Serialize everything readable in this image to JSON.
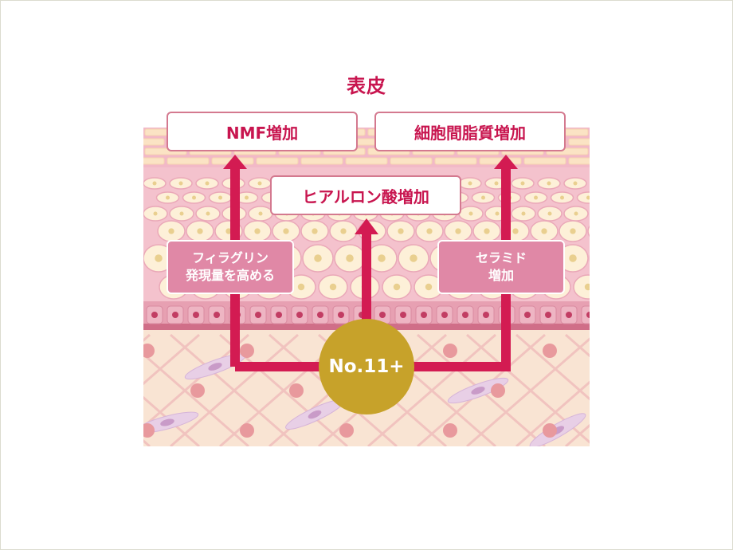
{
  "title": "表皮",
  "boxes": {
    "nmf": "NMF増加",
    "lipid": "細胞間脂質増加",
    "hyaluronic": "ヒアルロン酸増加",
    "filaggrin_line1": "フィラグリン",
    "filaggrin_line2": "発現量を高める",
    "ceramide_line1": "セラミド",
    "ceramide_line2": "増加"
  },
  "center": "No.11+",
  "colors": {
    "accent": "#c8154f",
    "box_pink": "#e088a6",
    "gold": "#c7a22a",
    "skin_pink": "#f2b9c7",
    "dermis": "#f9e4d3"
  }
}
